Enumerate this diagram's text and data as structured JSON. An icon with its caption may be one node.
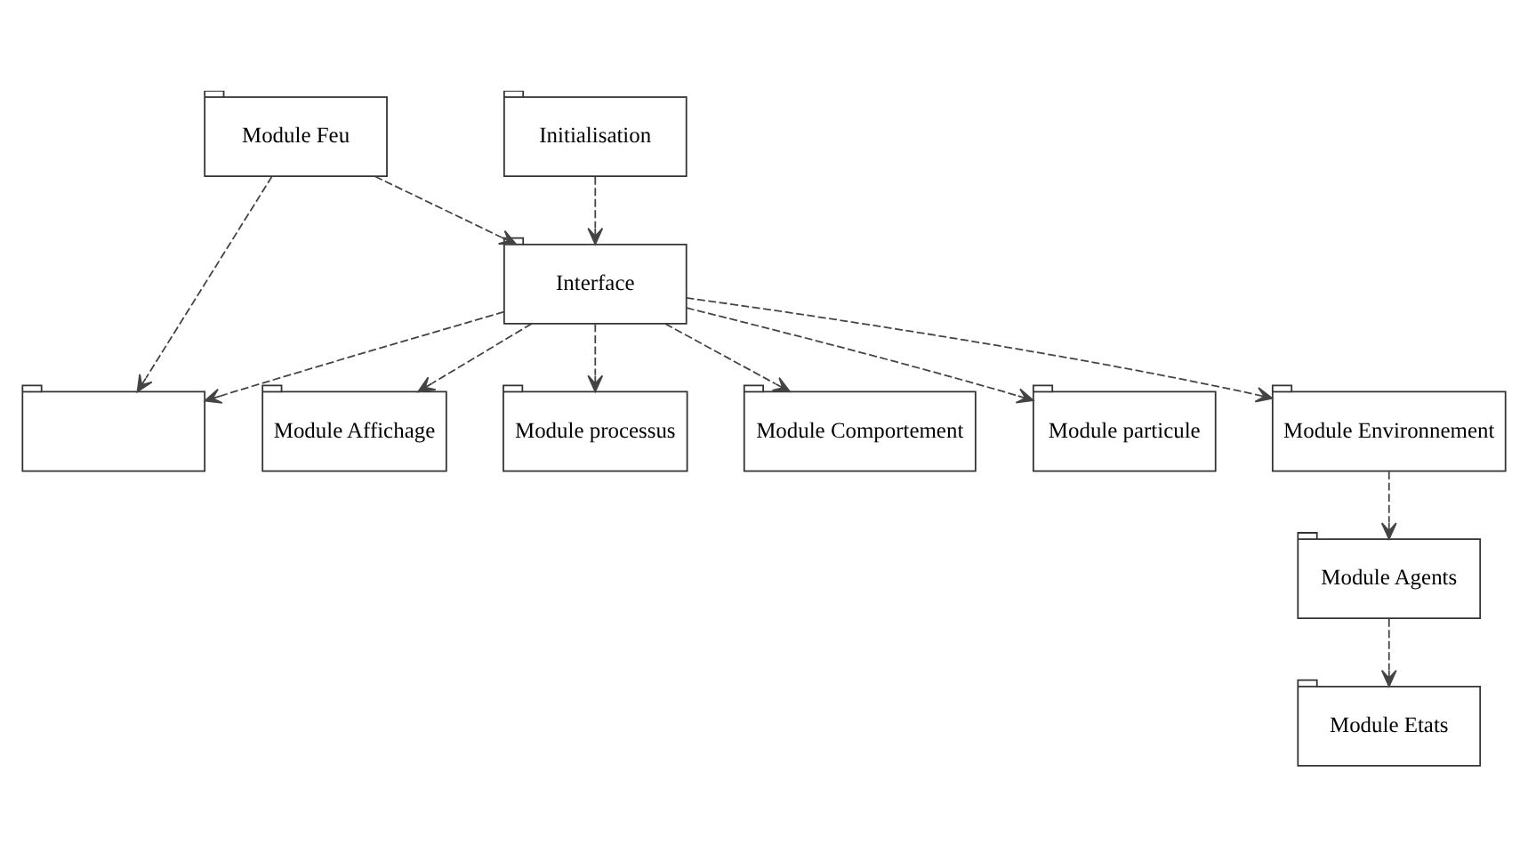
{
  "diagram": {
    "nodes": [
      {
        "text": [
          "Module Affichage"
        ]
      },
      {
        "text": [
          "Initialisation"
        ]
      },
      {
        "text": [
          "Module Feu"
        ]
      },
      {
        "text": [],
        "shape": "folder"
      },
      {
        "text": [
          "Module processus"
        ]
      },
      {
        "text": [
          "Interface"
        ]
      },
      {
        "text": [
          "Module Comportement"
        ]
      },
      {
        "text": [
          "Module particule"
        ]
      },
      {
        "text": [
          "Module Environnement"
        ]
      },
      {
        "text": [
          "Module Agents"
        ]
      },
      {
        "text": [
          "Module Etats"
        ]
      }
    ],
    "edges": [
      {
        "from": 5,
        "to": 0,
        "arrow": "to",
        "style": "dashed"
      },
      {
        "from": 1,
        "to": 5,
        "arrow": "to",
        "style": "dashed"
      },
      {
        "from": 2,
        "to": 5,
        "arrow": "to",
        "style": "dashed"
      },
      {
        "from": 2,
        "to": 3,
        "arrow": "to",
        "style": "dashed"
      },
      {
        "from": 5,
        "to": 4,
        "arrow": "to",
        "style": "dashed"
      },
      {
        "from": 5,
        "to": 6,
        "arrow": "to",
        "style": "dashed"
      },
      {
        "from": 5,
        "to": 3,
        "arrow": "to",
        "style": "dashed"
      },
      {
        "from": 5,
        "to": 7,
        "arrow": "to",
        "style": "dashed"
      },
      {
        "from": 5,
        "to": 8,
        "arrow": "to",
        "style": "dashed"
      },
      {
        "from": 8,
        "to": 9,
        "arrow": "to",
        "style": "dashed"
      },
      {
        "from": 9,
        "to": 10,
        "arrow": "to",
        "style": "dashed"
      }
    ]
  }
}
